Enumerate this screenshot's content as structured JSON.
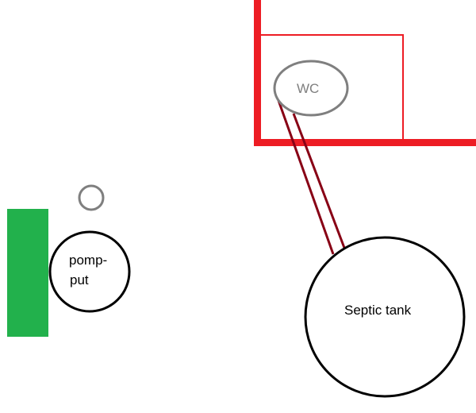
{
  "colors": {
    "wall": "#ed1c24",
    "wc_outline": "#7f7f7f",
    "wc_text": "#7f7f7f",
    "pipe": "#880015",
    "green_block": "#22b14c",
    "outline": "#000000",
    "small_circle": "#7f7f7f"
  },
  "labels": {
    "wc": "WC",
    "pomp_line1": "pomp-",
    "pomp_line2": "put",
    "septic": "Septic tank"
  }
}
